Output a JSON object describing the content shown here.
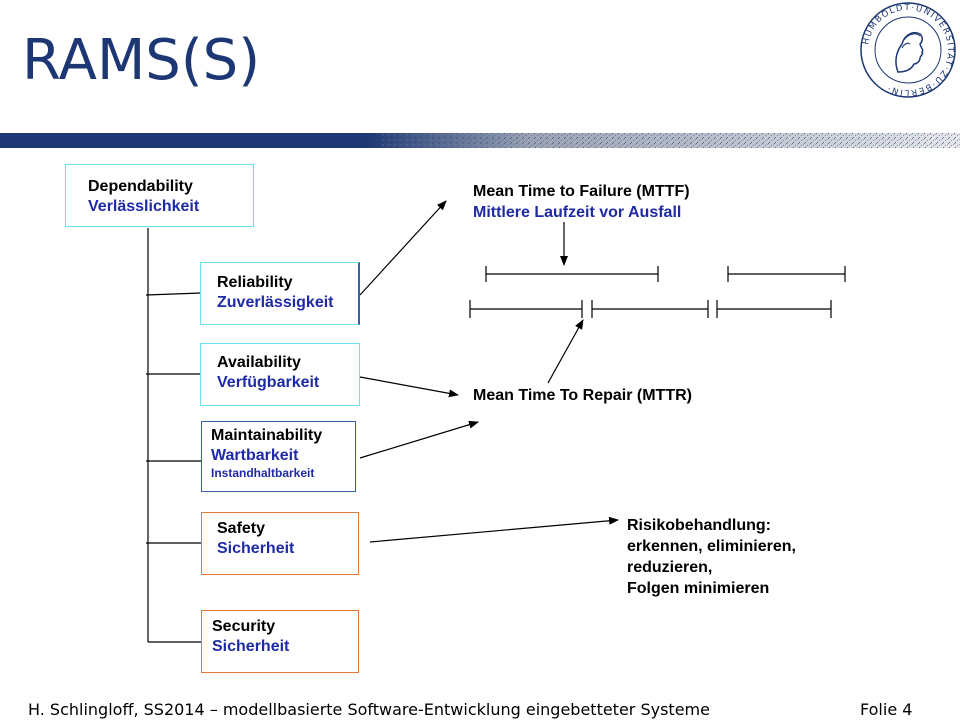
{
  "slide": {
    "title": "RAMS(S)",
    "footer_left": "H. Schlingloff, SS2014 – modellbasierte Software-Entwicklung eingebetteter Systeme",
    "footer_right": "Folie 4"
  },
  "logo": {
    "text": "HUMBOLDT-UNIVERSITÄT ZU BERLIN"
  },
  "boxes": {
    "dependability": {
      "en": "Dependability",
      "de": "Verlässlichkeit"
    },
    "reliability": {
      "en": "Reliability",
      "de": "Zuverlässigkeit"
    },
    "availability": {
      "en": "Availability",
      "de": "Verfügbarkeit"
    },
    "maintainability": {
      "en": "Maintainability",
      "de": "Wartbarkeit",
      "de2": "Instandhaltbarkeit"
    },
    "safety": {
      "en": "Safety",
      "de": "Sicherheit"
    },
    "security": {
      "en": "Security",
      "de": "Sicherheit"
    }
  },
  "labels": {
    "mttf_en": "Mean Time to Failure (MTTF)",
    "mttf_de": "Mittlere Laufzeit vor Ausfall",
    "mttr": "Mean Time To Repair (MTTR)",
    "risk_1": "Risikobehandlung:",
    "risk_2": "erkennen, eliminieren,",
    "risk_3": "reduzieren,",
    "risk_4": "Folgen minimieren"
  },
  "colors": {
    "title": "#1c3773",
    "german_text": "#1f2aa6",
    "box_cyan": "#6fe0f0",
    "box_blue": "#3a5fa8",
    "box_orange": "#e07a3a",
    "band_dark": "#1c3773"
  }
}
